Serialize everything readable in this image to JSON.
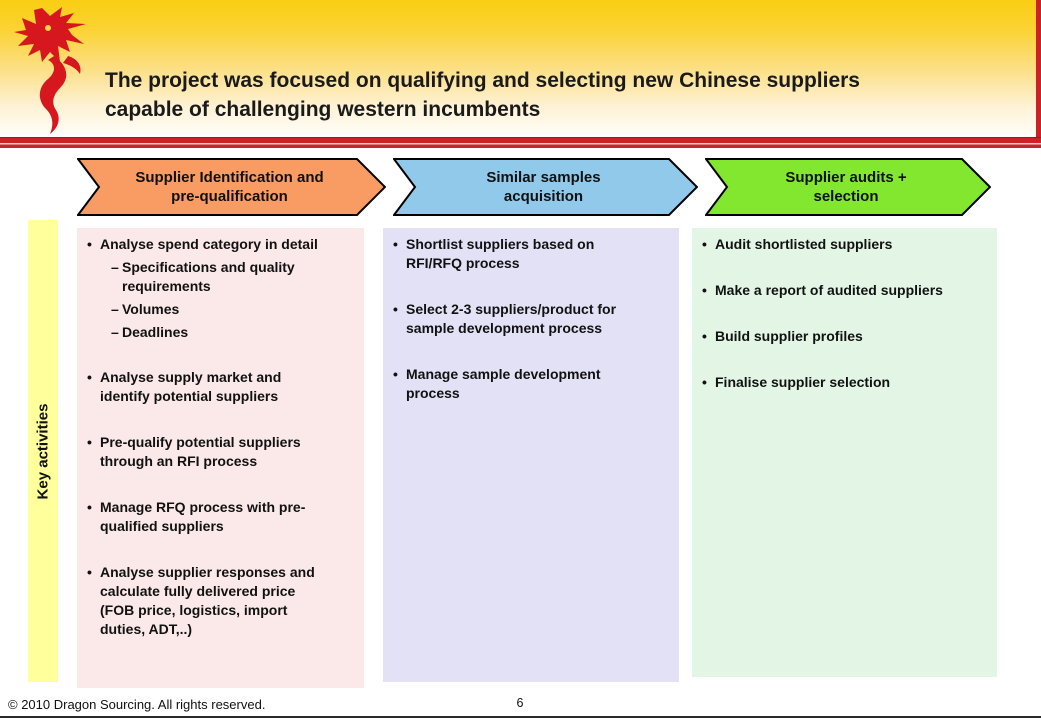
{
  "header": {
    "title_lines": [
      "The project was focused on qualifying and selecting new Chinese suppliers",
      "capable of challenging western incumbents"
    ],
    "logo_icon": "red-dragon",
    "colors": {
      "banner_yellow_top": "#FACE13",
      "accent_red": "#CE2127",
      "dragon_red": "#D6171E"
    }
  },
  "sidebar": {
    "label": "Key activities",
    "bg": "#FFFF9C"
  },
  "arrows": [
    {
      "label": "Supplier Identification and\npre-qualification",
      "fill": "#F89C63"
    },
    {
      "label": "Similar samples\nacquisition",
      "fill": "#90C9EA"
    },
    {
      "label": "Supplier audits +\nselection",
      "fill": "#83E62F"
    }
  ],
  "columns": [
    {
      "bg": "#FBE9E9",
      "items": [
        {
          "text": "Analyse spend category in detail",
          "subs": [
            "Specifications and quality\nrequirements",
            "Volumes",
            "Deadlines"
          ]
        },
        {
          "text": "Analyse supply market and\nidentify potential suppliers"
        },
        {
          "text": "Pre-qualify potential suppliers\nthrough an RFI process"
        },
        {
          "text": "Manage RFQ process with pre-\nqualified suppliers"
        },
        {
          "text": "Analyse supplier responses and\ncalculate fully delivered price\n(FOB price, logistics, import\nduties, ADT,..)"
        }
      ]
    },
    {
      "bg": "#E3E1F6",
      "items": [
        {
          "text": "Shortlist suppliers based on\nRFI/RFQ process"
        },
        {
          "text": "Select 2-3 suppliers/product for\nsample development process"
        },
        {
          "text": "Manage sample development\nprocess"
        }
      ]
    },
    {
      "bg": "#E3F6E5",
      "items": [
        {
          "text": "Audit shortlisted suppliers"
        },
        {
          "text": "Make a report of audited suppliers"
        },
        {
          "text": "Build supplier profiles"
        },
        {
          "text": "Finalise supplier selection"
        }
      ]
    }
  ],
  "footer": {
    "copyright": "© 2010 Dragon Sourcing. All rights reserved.",
    "page_number": "6"
  }
}
